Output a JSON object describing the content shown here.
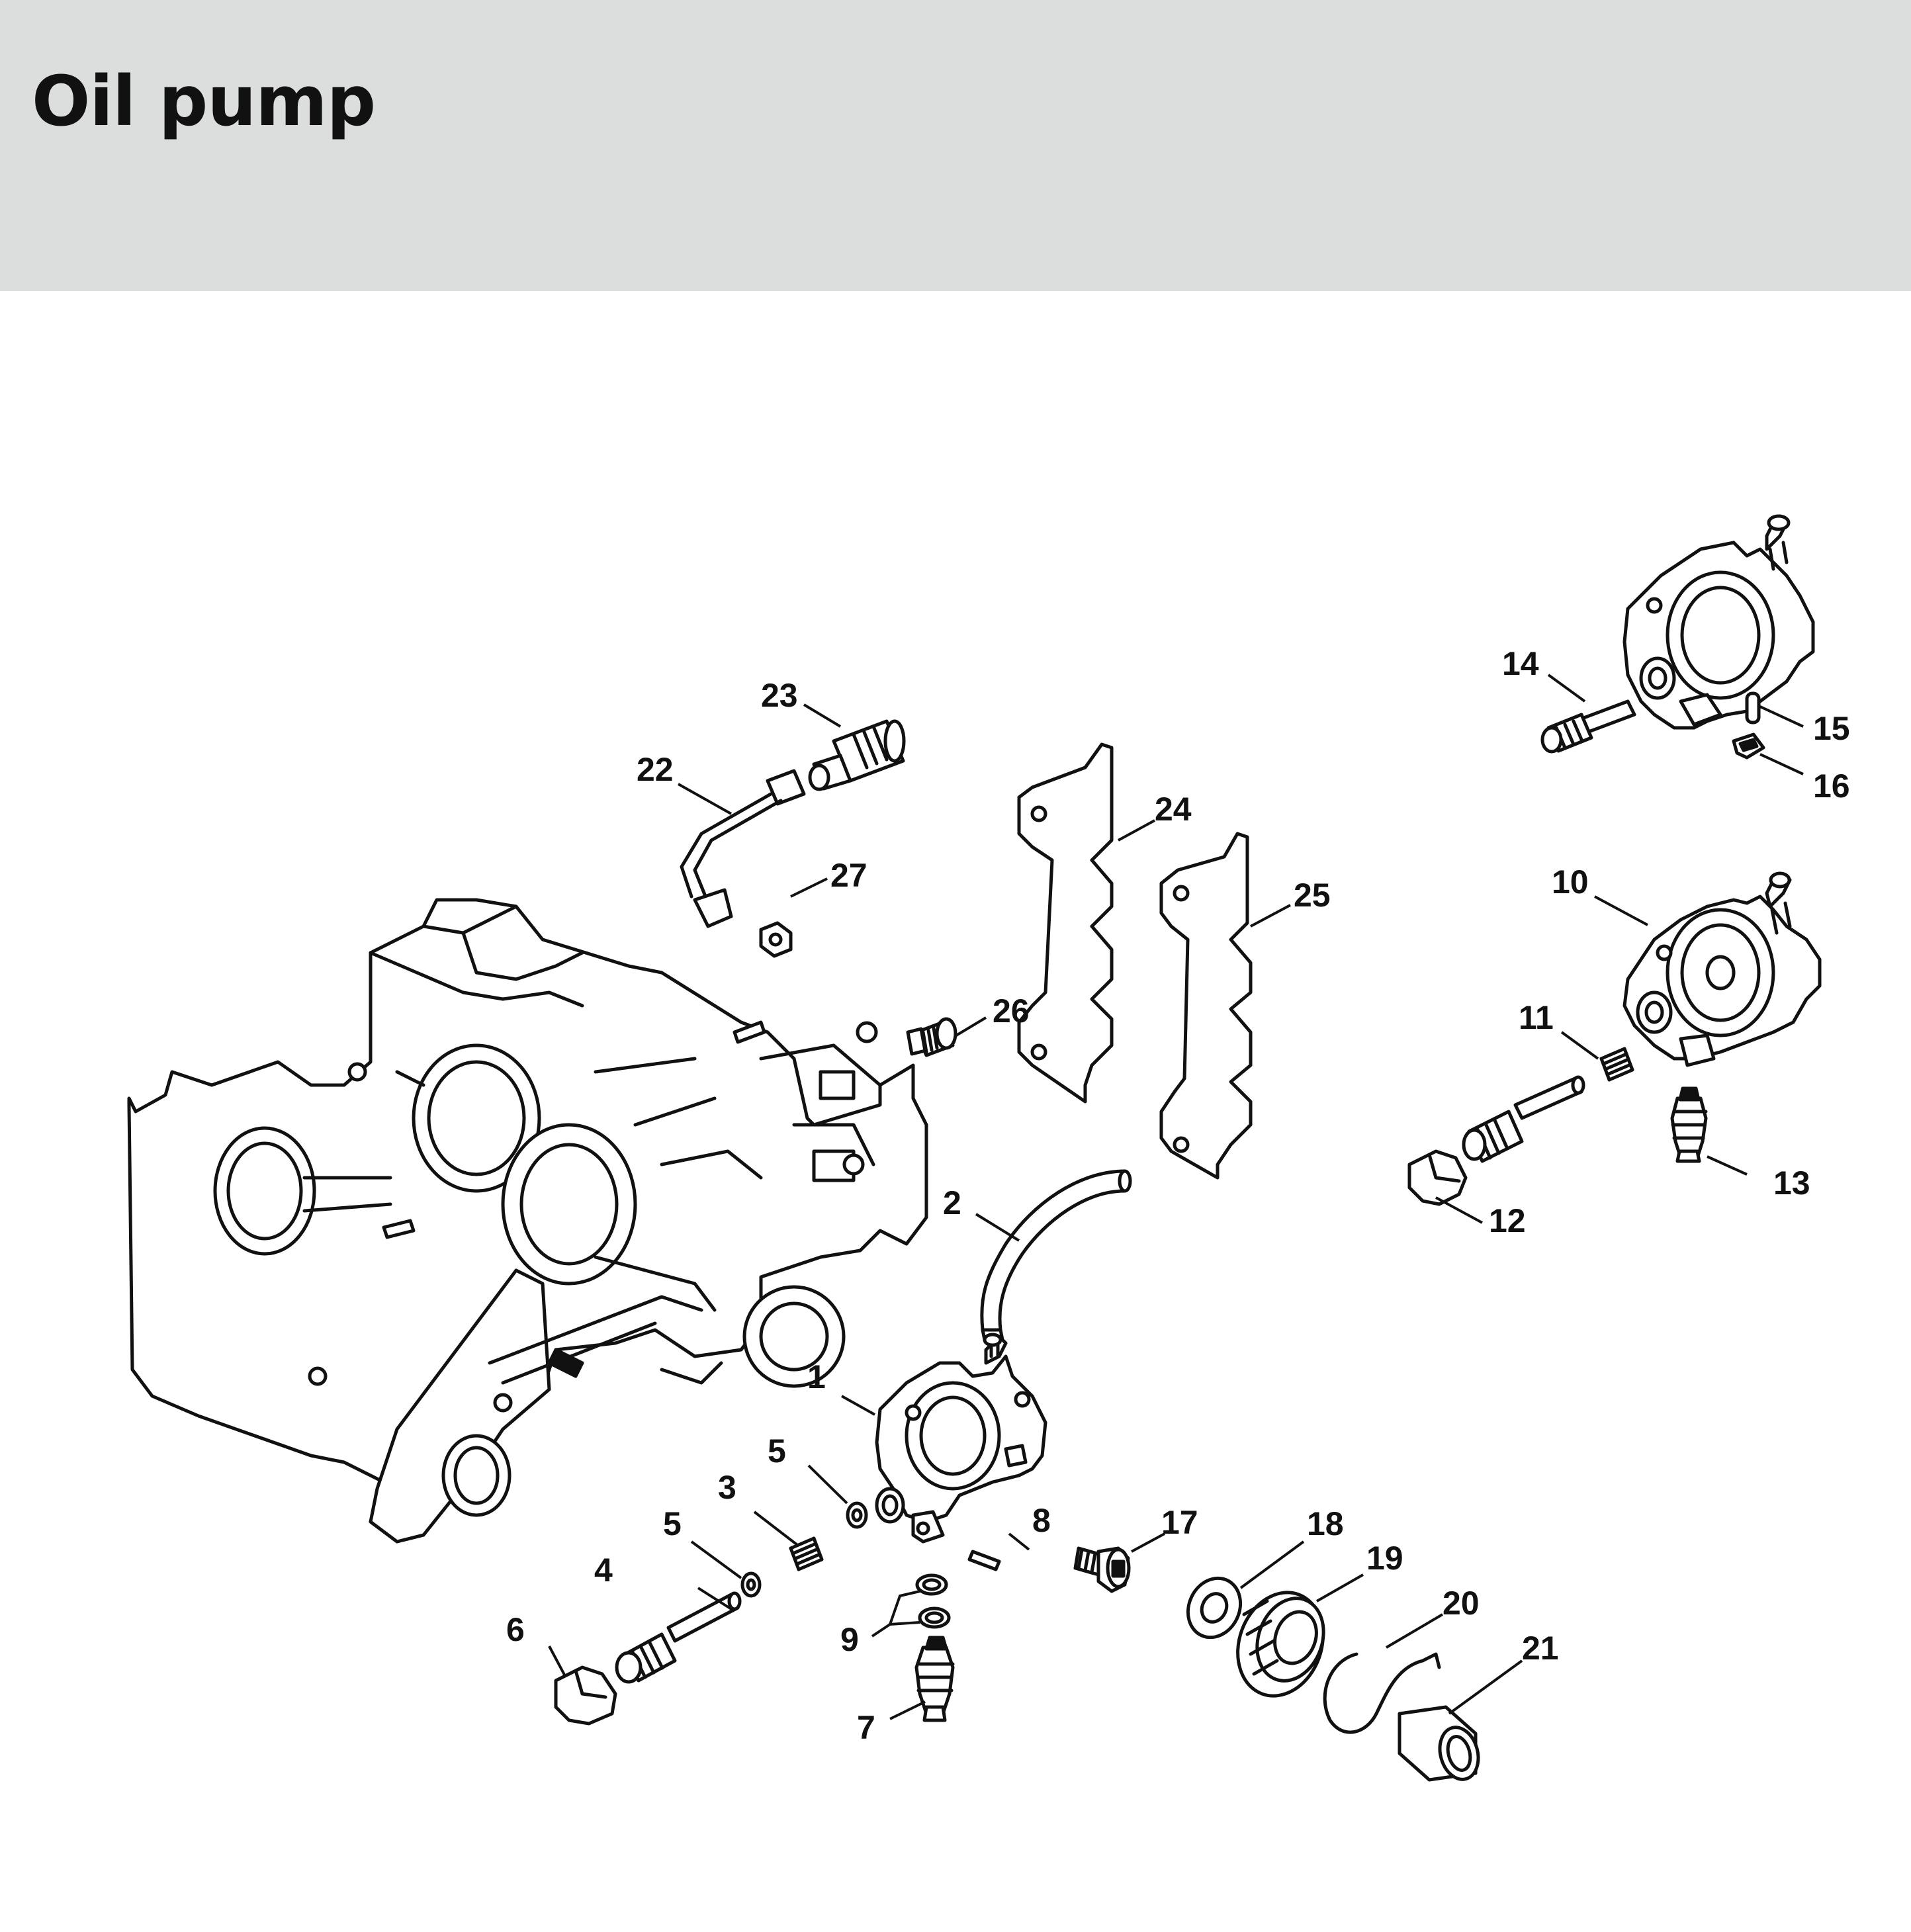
{
  "header": {
    "title": "Oil pump",
    "background": "#dcdedd"
  },
  "diagram": {
    "callouts": {
      "c1": "1",
      "c2": "2",
      "c3": "3",
      "c4": "4",
      "c5a": "5",
      "c5b": "5",
      "c6": "6",
      "c7": "7",
      "c8": "8",
      "c9": "9",
      "c10": "10",
      "c11": "11",
      "c12": "12",
      "c13": "13",
      "c14": "14",
      "c15": "15",
      "c16": "16",
      "c17": "17",
      "c18": "18",
      "c19": "19",
      "c20": "20",
      "c21": "21",
      "c22": "22",
      "c23": "23",
      "c24": "24",
      "c25": "25",
      "c26": "26",
      "c27": "27"
    }
  }
}
